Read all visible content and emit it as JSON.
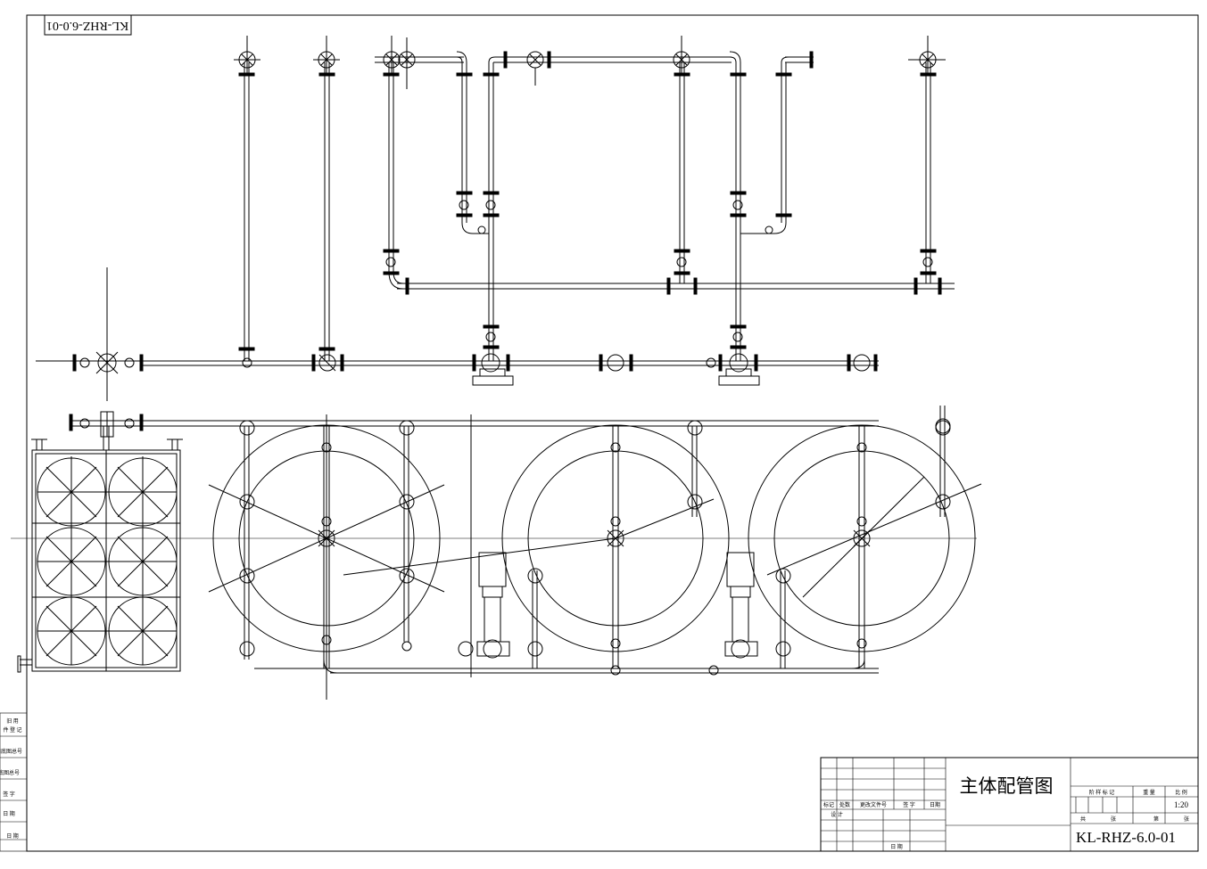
{
  "drawing": {
    "stamp_code": "KL-RHZ-6.0-01",
    "main_title": "主体配管图",
    "drawing_number": "KL-RHZ-6.0-01",
    "scale": "1:20"
  },
  "title_block": {
    "marks_label": "标记",
    "count_label": "处数",
    "change_doc_label": "更改文件号",
    "sign_label": "签 字",
    "date_label": "日期",
    "design_label": "设 计",
    "date2_label": "日 期",
    "stage_mark_label": "阶 样 标 记",
    "weight_label": "重 量",
    "scale_label": "比 例",
    "total_label": "共",
    "sheets_label": "张",
    "sheet_label": "第",
    "page_label": "张"
  },
  "left_margin": {
    "items": [
      "旧 用",
      "件 登 记",
      "旧底图总号",
      "底图总号",
      "签 字",
      "日 期",
      "日 期"
    ]
  }
}
